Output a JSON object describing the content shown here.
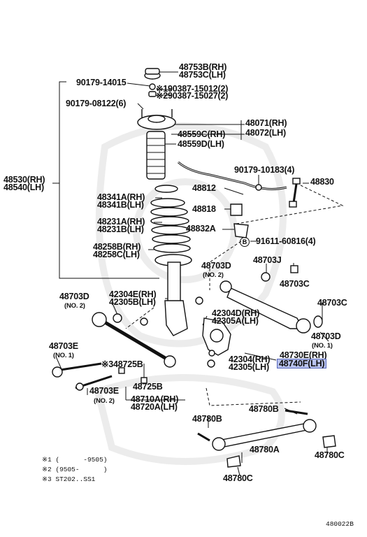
{
  "labels": {
    "p48753b": "48753B(RH)",
    "p48753c": "48753C(LH)",
    "p90179_14015": "90179-14015",
    "p90387_15012": "※190387-15012(2)",
    "p90387_15027": "※290387-15027(2)",
    "p90179_08122": "90179-08122(6)",
    "p48071": "48071(RH)",
    "p48072": "48072(LH)",
    "p48559c": "48559C(RH)",
    "p48559d": "48559D(LH)",
    "p48530": "48530(RH)",
    "p48540": "48540(LH)",
    "p90179_10183": "90179-10183(4)",
    "p48830": "48830",
    "p48812": "48812",
    "p48341a": "48341A(RH)",
    "p48341b": "48341B(LH)",
    "p48818": "48818",
    "p48231a": "48231A(RH)",
    "p48231b": "48231B(LH)",
    "p48832a": "48832A",
    "b_mark": "B",
    "p91611": "91611-60816(4)",
    "p48258b": "48258B(RH)",
    "p48258c": "48258C(LH)",
    "p48703j": "48703J",
    "p48703d_a": "48703D",
    "no2_a": "(NO. 2)",
    "p48703c_a": "48703C",
    "p48703d_b": "48703D",
    "no2_b": "(NO. 2)",
    "p42304e": "42304E(RH)",
    "p42305b": "42305B(LH)",
    "p48703c_b": "48703C",
    "p42304d": "42304D(RH)",
    "p42305a": "42305A(LH)",
    "p48703d_c": "48703D",
    "no1_a": "(NO. 1)",
    "p48703e_a": "48703E",
    "no1_b": "(NO. 1)",
    "p48730e": "48730E(RH)",
    "p42304": "42304(RH)",
    "p42305": "42305(LH)",
    "p48740f": "48740F(LH)",
    "p48725b_a": "※348725B",
    "p48725b_b": "48725B",
    "p48703e_b": "48703E",
    "no2_c": "(NO. 2)",
    "p48710a": "48710A(RH)",
    "p48720a": "48720A(LH)",
    "p48780b_a": "48780B",
    "p48780b_b": "48780B",
    "p48780a": "48780A",
    "p48780c_a": "48780C",
    "p48780c_b": "48780C",
    "note1": "※1 (      -9505)",
    "note2": "※2 (9505-      )",
    "note3": "※3 ST202..SS1",
    "figure_id": "480022B"
  },
  "colors": {
    "ink": "#111111",
    "highlight_fill": "#b9c3ee",
    "highlight_border": "#5566bb",
    "watermark": "#e9e9e9"
  }
}
